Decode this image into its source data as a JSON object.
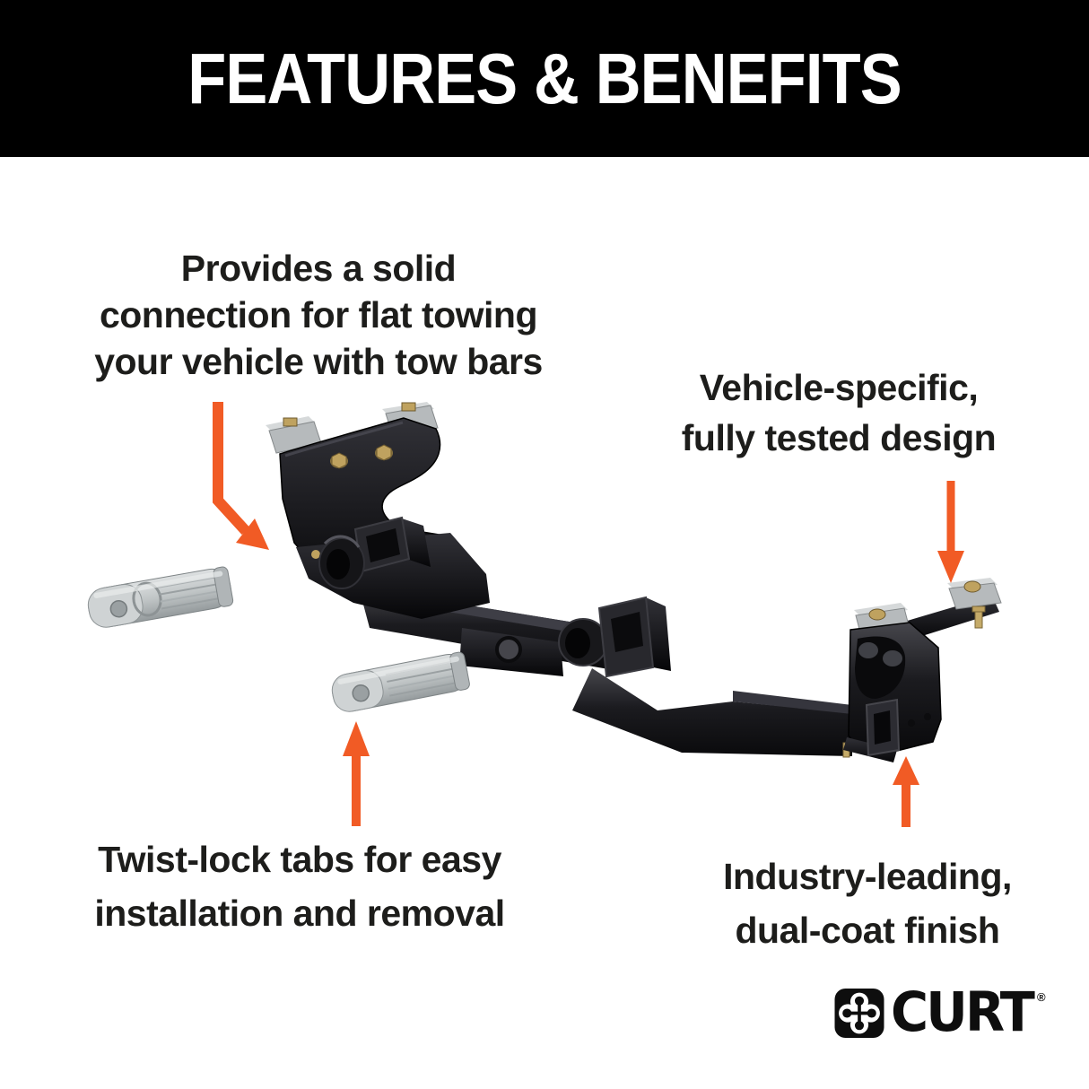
{
  "header": {
    "title": "FEATURES & BENEFITS"
  },
  "callouts": [
    {
      "id": "flat-towing",
      "lines": [
        "Provides a solid",
        "connection for flat towing",
        "your vehicle with tow bars"
      ],
      "arrow": "down-right",
      "points_to": "left mounting bracket"
    },
    {
      "id": "vehicle-specific",
      "lines": [
        "Vehicle-specific,",
        "fully tested design"
      ],
      "arrow": "down",
      "points_to": "right bracket mounting pad"
    },
    {
      "id": "twist-lock",
      "lines": [
        "Twist-lock tabs for easy",
        "installation and removal"
      ],
      "arrow": "up",
      "points_to": "twist-lock tab"
    },
    {
      "id": "dual-coat",
      "lines": [
        "Industry-leading,",
        "dual-coat finish"
      ],
      "arrow": "up",
      "points_to": "baseplate receiver"
    }
  ],
  "illustration": {
    "subject": "vehicle baseplate hitch with two twist-lock tabs",
    "parts": [
      "left mounting bracket",
      "right mounting bracket",
      "crossbar",
      "receiver tubes",
      "twist-lock tab (upper)",
      "twist-lock tab (lower)"
    ]
  },
  "logo": {
    "brand": "CURT",
    "registered": "®",
    "icon": "curt-clover-icon"
  },
  "colors": {
    "accent_orange": "#F15B25",
    "header_bg": "#000000",
    "header_text": "#FFFFFF",
    "body_text": "#1D1D1B",
    "background": "#FFFFFF",
    "metal_black": "#151518",
    "pad_gray": "#B6BABC",
    "bolt_gold": "#BFA25F",
    "tab_gray": "#C6CACB"
  }
}
